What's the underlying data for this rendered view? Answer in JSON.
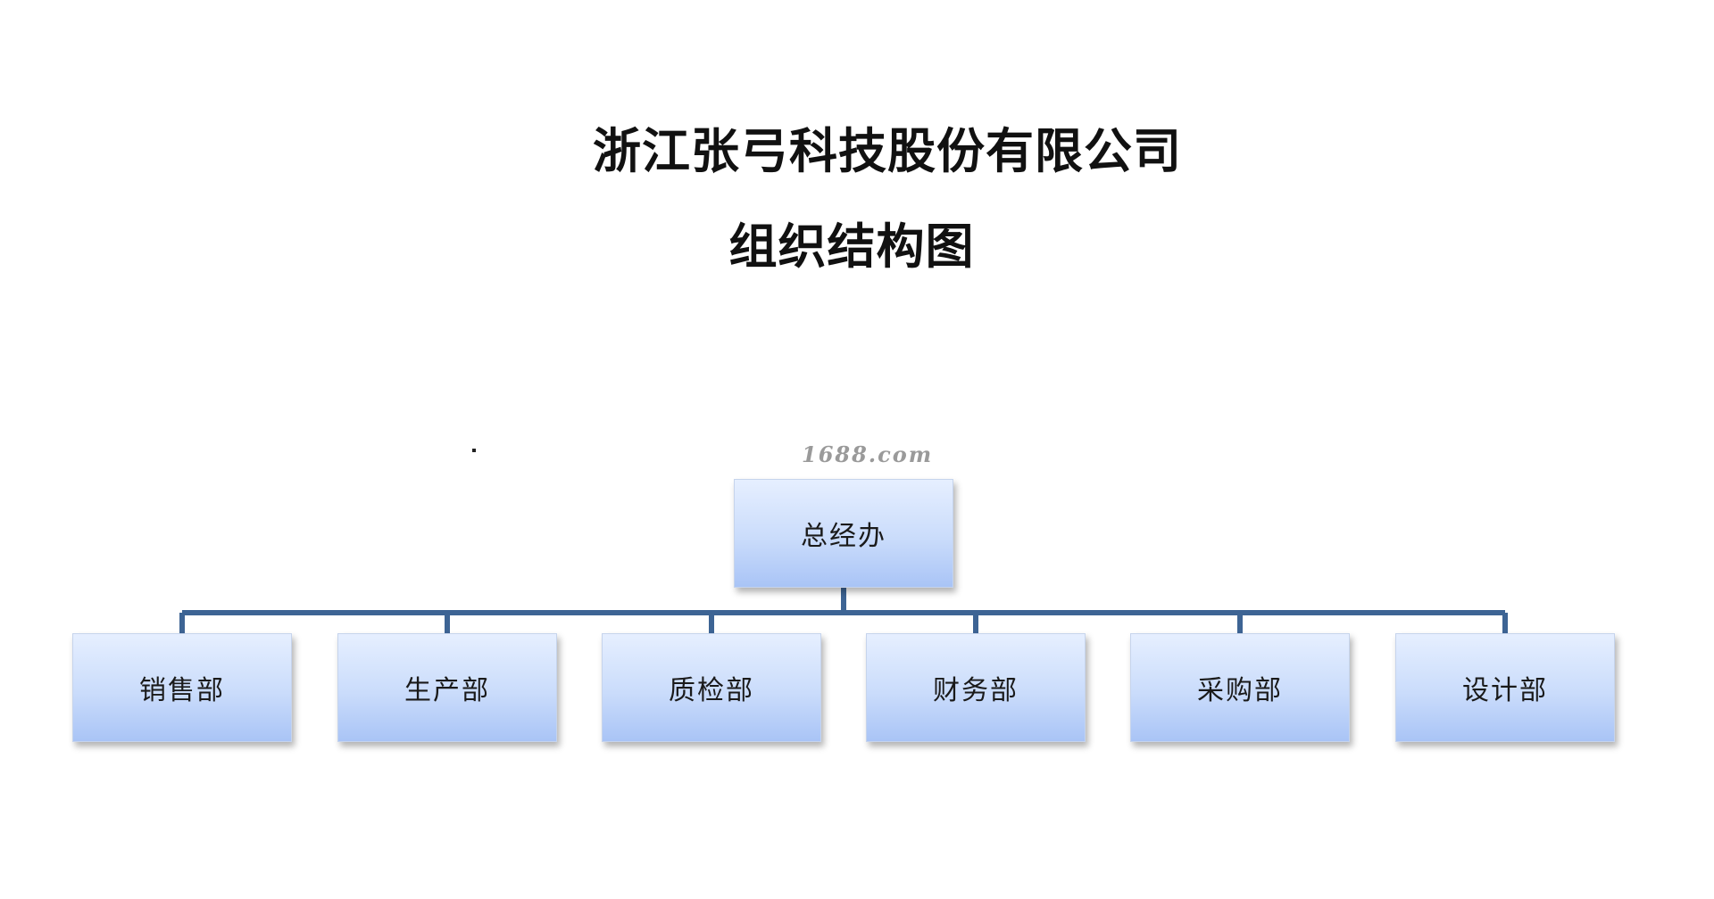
{
  "title": {
    "line1": "浙江张弓科技股份有限公司",
    "line2": "组织结构图"
  },
  "watermark": "1688.com",
  "org": {
    "root": "总经办",
    "departments": [
      "销售部",
      "生产部",
      "质检部",
      "财务部",
      "采购部",
      "设计部"
    ]
  },
  "colors": {
    "connector": "#3d6494",
    "box_top": "#e6efff",
    "box_bottom": "#a9c4f6"
  }
}
